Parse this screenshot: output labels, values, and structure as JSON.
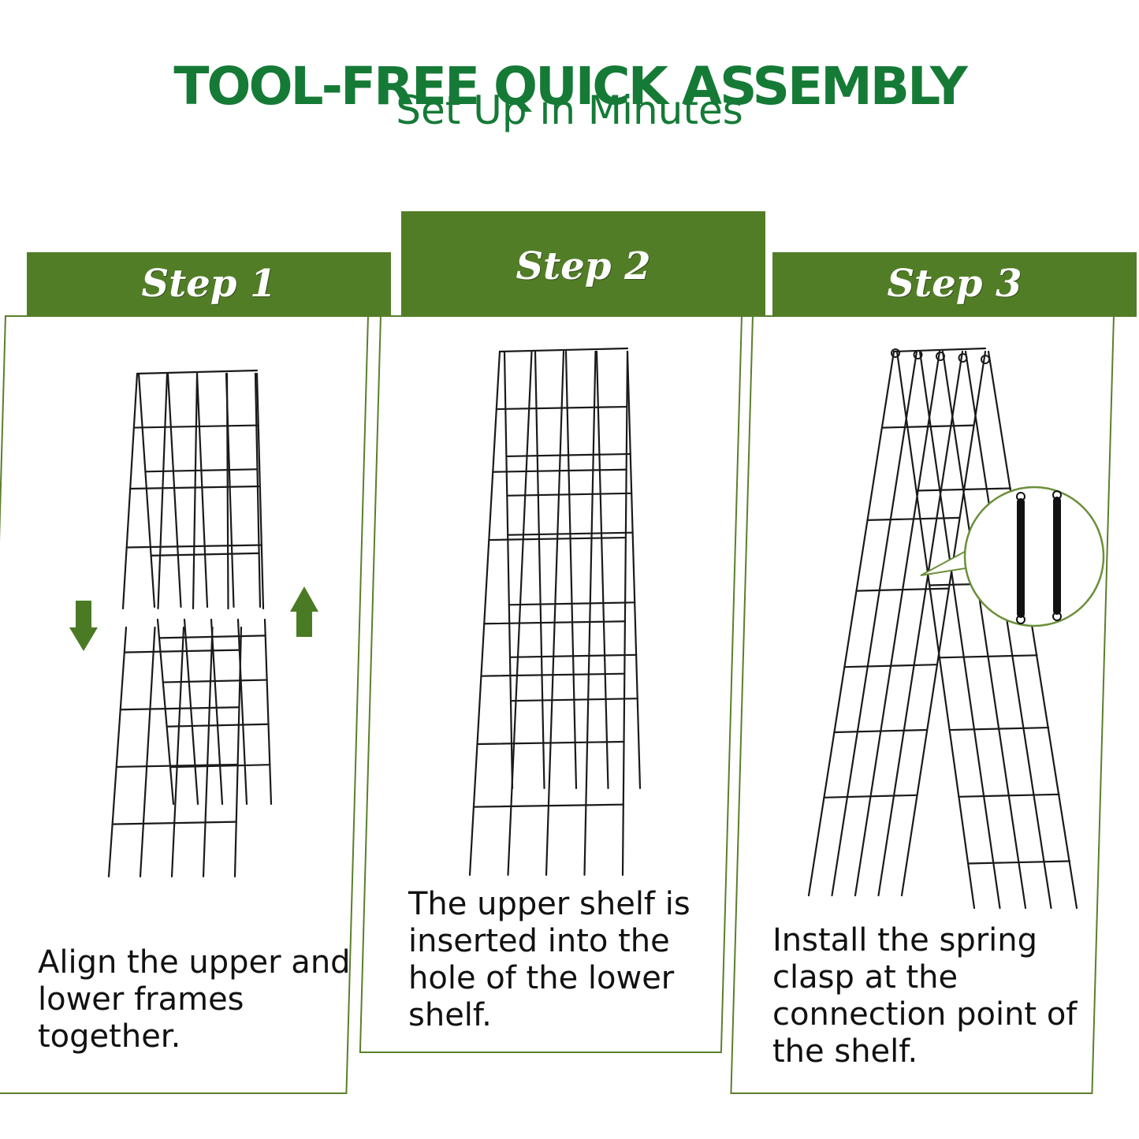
{
  "header": {
    "title": "TOOL-FREE QUICK ASSEMBLY",
    "subtitle": "Set Up in Minutes"
  },
  "steps": [
    {
      "label": "Step 1",
      "description": "Align the upper and lower frames together."
    },
    {
      "label": "Step 2",
      "description": "The upper shelf is inserted into the hole of the lower shelf."
    },
    {
      "label": "Step 3",
      "description": "Install the spring clasp at the connection point of the shelf."
    }
  ],
  "colors": {
    "title_green": "#157a36",
    "band_green": "#527d27",
    "arrow_green": "#4b7a24",
    "frame": "#1a1a1a"
  },
  "icons": [
    "arrow-down-icon",
    "arrow-up-icon",
    "spring-clasp-icon"
  ]
}
